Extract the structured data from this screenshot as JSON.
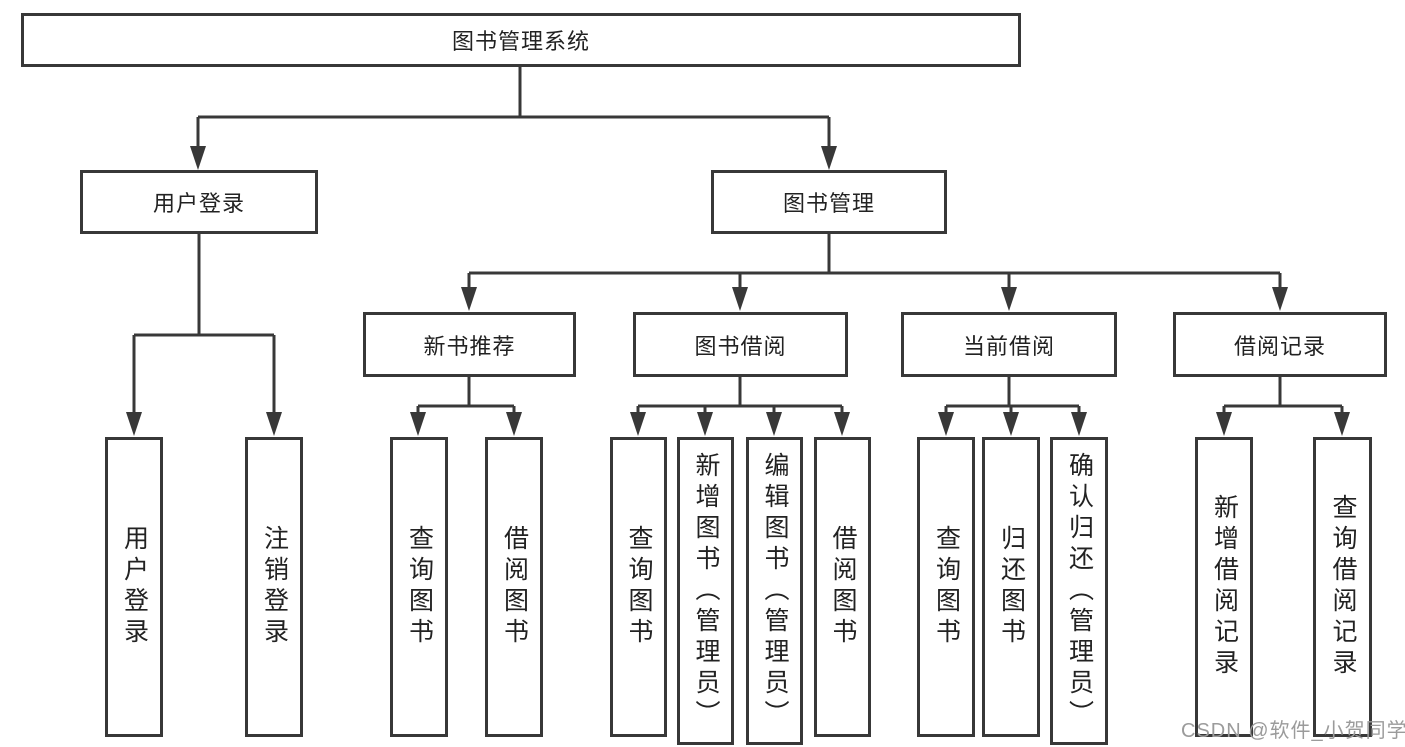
{
  "diagram_type": "hierarchy-tree",
  "colors": {
    "line": "#383838",
    "box_border": "#383838",
    "box_background": "#ffffff",
    "text": "#222222",
    "watermark": "#9b9b9b",
    "page_background": "#ffffff"
  },
  "tree": {
    "label": "图书管理系统",
    "children": [
      {
        "label": "用户登录",
        "children": [
          {
            "label": "用户登录"
          },
          {
            "label": "注销登录"
          }
        ]
      },
      {
        "label": "图书管理",
        "children": [
          {
            "label": "新书推荐",
            "children": [
              {
                "label": "查询图书"
              },
              {
                "label": "借阅图书"
              }
            ]
          },
          {
            "label": "图书借阅",
            "children": [
              {
                "label": "查询图书"
              },
              {
                "label": "新增图书（管理员）"
              },
              {
                "label": "编辑图书（管理员）"
              },
              {
                "label": "借阅图书"
              }
            ]
          },
          {
            "label": "当前借阅",
            "children": [
              {
                "label": "查询图书"
              },
              {
                "label": "归还图书"
              },
              {
                "label": "确认归还（管理员）"
              }
            ]
          },
          {
            "label": "借阅记录",
            "children": [
              {
                "label": "新增借阅记录"
              },
              {
                "label": "查询借阅记录"
              }
            ]
          }
        ]
      }
    ]
  },
  "watermark": {
    "text": "CSDN @软件_小贺同学"
  }
}
